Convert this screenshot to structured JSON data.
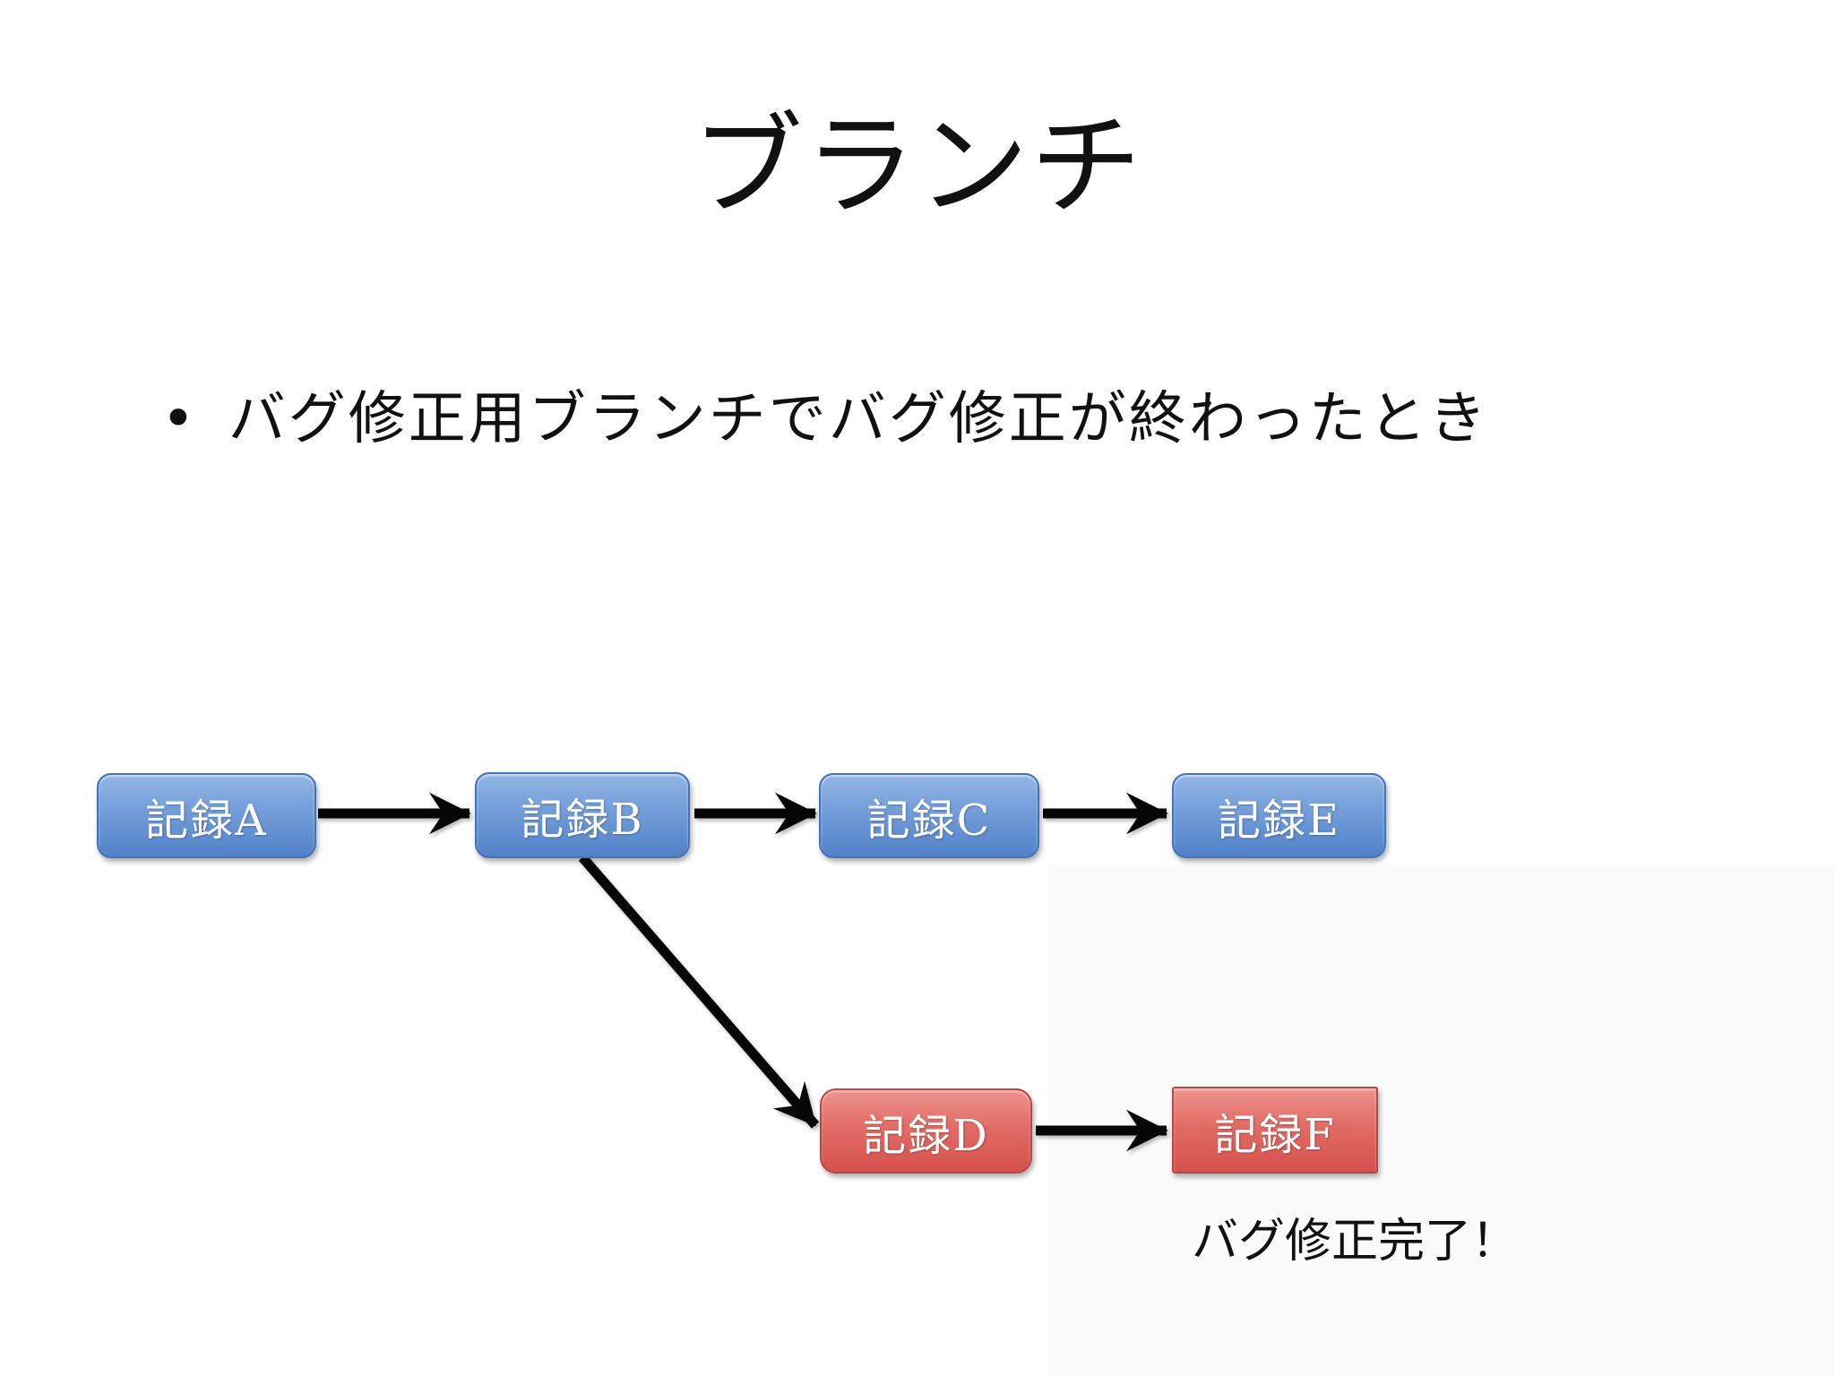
{
  "slide": {
    "title": "ブランチ",
    "bullet": {
      "marker": "•",
      "text": "バグ修正用ブランチでバグ修正が終わったとき"
    },
    "caption": "バグ修正完了！"
  },
  "diagram": {
    "nodes": [
      {
        "id": "A",
        "label": "記録A",
        "branch": "main"
      },
      {
        "id": "B",
        "label": "記録B",
        "branch": "main"
      },
      {
        "id": "C",
        "label": "記録C",
        "branch": "main"
      },
      {
        "id": "E",
        "label": "記録E",
        "branch": "main"
      },
      {
        "id": "D",
        "label": "記録D",
        "branch": "bugfix"
      },
      {
        "id": "F",
        "label": "記録F",
        "branch": "bugfix"
      }
    ],
    "edges": [
      {
        "from": "A",
        "to": "B"
      },
      {
        "from": "B",
        "to": "C"
      },
      {
        "from": "C",
        "to": "E"
      },
      {
        "from": "B",
        "to": "D"
      },
      {
        "from": "D",
        "to": "F"
      }
    ],
    "colors": {
      "main_branch_fill": "#5181c8",
      "bugfix_branch_fill": "#d5514d",
      "arrow": "#000000",
      "node_text": "#ffffff"
    }
  }
}
